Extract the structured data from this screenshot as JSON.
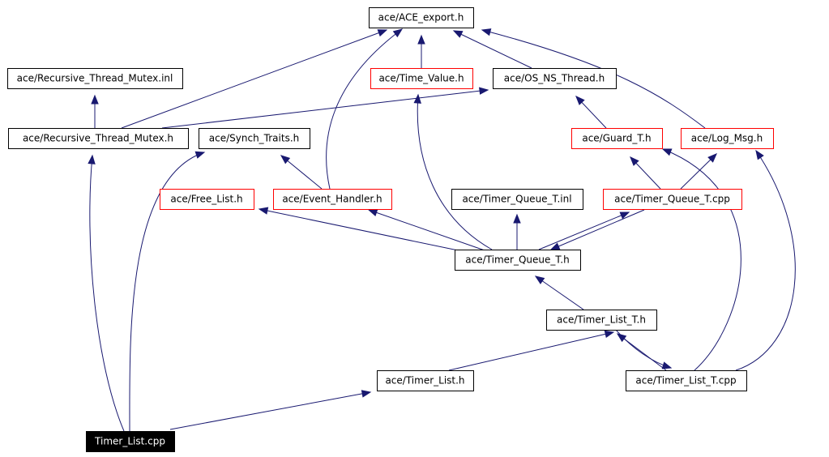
{
  "colors": {
    "edge": "#191970",
    "node_border_default": "#000000",
    "node_border_truncated": "#ff0000",
    "root_fill": "#000000",
    "root_text": "#ffffff"
  },
  "nodes": [
    {
      "id": "ace_export",
      "label": "ace/ACE_export.h",
      "style": "normal"
    },
    {
      "id": "recursive_inl",
      "label": "ace/Recursive_Thread_Mutex.inl",
      "style": "normal"
    },
    {
      "id": "time_value",
      "label": "ace/Time_Value.h",
      "style": "truncated"
    },
    {
      "id": "os_ns_thread",
      "label": "ace/OS_NS_Thread.h",
      "style": "normal"
    },
    {
      "id": "recursive_h",
      "label": "ace/Recursive_Thread_Mutex.h",
      "style": "normal"
    },
    {
      "id": "synch_traits",
      "label": "ace/Synch_Traits.h",
      "style": "normal"
    },
    {
      "id": "guard_t",
      "label": "ace/Guard_T.h",
      "style": "truncated"
    },
    {
      "id": "log_msg",
      "label": "ace/Log_Msg.h",
      "style": "truncated"
    },
    {
      "id": "free_list",
      "label": "ace/Free_List.h",
      "style": "truncated"
    },
    {
      "id": "event_handler",
      "label": "ace/Event_Handler.h",
      "style": "truncated"
    },
    {
      "id": "tq_inl",
      "label": "ace/Timer_Queue_T.inl",
      "style": "normal"
    },
    {
      "id": "tq_cpp",
      "label": "ace/Timer_Queue_T.cpp",
      "style": "truncated"
    },
    {
      "id": "tq_h",
      "label": "ace/Timer_Queue_T.h",
      "style": "normal"
    },
    {
      "id": "tlt_h",
      "label": "ace/Timer_List_T.h",
      "style": "normal"
    },
    {
      "id": "tl_h",
      "label": "ace/Timer_List.h",
      "style": "normal"
    },
    {
      "id": "tlt_cpp",
      "label": "ace/Timer_List_T.cpp",
      "style": "normal"
    },
    {
      "id": "root",
      "label": "Timer_List.cpp",
      "style": "root"
    }
  ],
  "edges": [
    {
      "from": "time_value",
      "to": "ace_export"
    },
    {
      "from": "os_ns_thread",
      "to": "ace_export"
    },
    {
      "from": "recursive_h",
      "to": "ace_export"
    },
    {
      "from": "event_handler",
      "to": "ace_export"
    },
    {
      "from": "log_msg",
      "to": "ace_export"
    },
    {
      "from": "recursive_h",
      "to": "recursive_inl"
    },
    {
      "from": "recursive_h",
      "to": "os_ns_thread"
    },
    {
      "from": "guard_t",
      "to": "os_ns_thread"
    },
    {
      "from": "event_handler",
      "to": "synch_traits"
    },
    {
      "from": "tq_h",
      "to": "time_value"
    },
    {
      "from": "tq_h",
      "to": "free_list"
    },
    {
      "from": "tq_h",
      "to": "event_handler"
    },
    {
      "from": "tq_h",
      "to": "tq_inl"
    },
    {
      "from": "tq_h",
      "to": "tq_cpp"
    },
    {
      "from": "tq_cpp",
      "to": "tq_h"
    },
    {
      "from": "tq_cpp",
      "to": "guard_t"
    },
    {
      "from": "tq_cpp",
      "to": "log_msg"
    },
    {
      "from": "tlt_h",
      "to": "tq_h"
    },
    {
      "from": "tl_h",
      "to": "tlt_h"
    },
    {
      "from": "tlt_cpp",
      "to": "tlt_h"
    },
    {
      "from": "tlt_h",
      "to": "tlt_cpp"
    },
    {
      "from": "tlt_cpp",
      "to": "guard_t"
    },
    {
      "from": "tlt_cpp",
      "to": "log_msg"
    },
    {
      "from": "root",
      "to": "recursive_h"
    },
    {
      "from": "root",
      "to": "synch_traits"
    },
    {
      "from": "root",
      "to": "tl_h"
    }
  ]
}
